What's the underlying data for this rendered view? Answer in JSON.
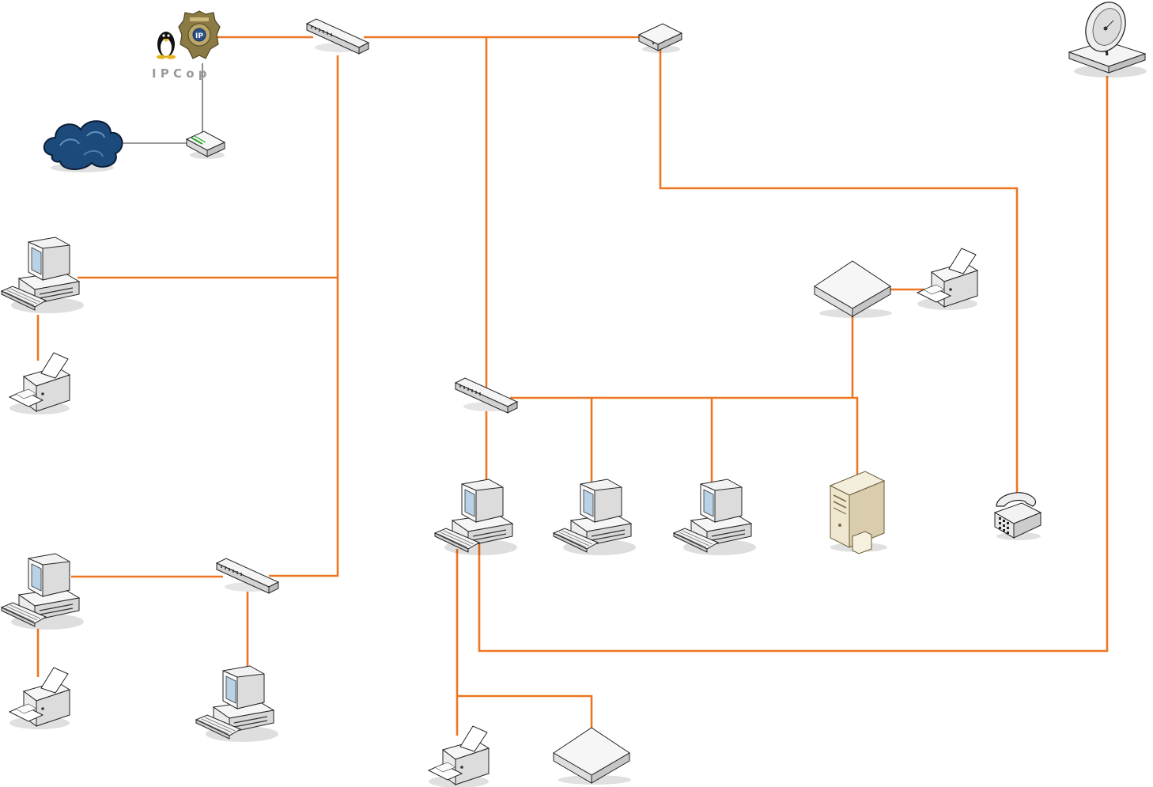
{
  "diagram": {
    "colors": {
      "link": "#ee7622",
      "uplink": "#333333",
      "device_face": "#f4f4f4",
      "device_side": "#cfcfcf",
      "screen": "#b9d2e6",
      "cloud": "#1c4a7a",
      "server": "#efe6cf",
      "badge": "#8c7a45"
    },
    "firewall_logo": {
      "text": "I P C o p",
      "icons": [
        "tux-penguin-icon",
        "police-badge-icon"
      ]
    },
    "devices": [
      {
        "id": "internet-cloud",
        "icon": "cloud-icon"
      },
      {
        "id": "modem",
        "icon": "modem-icon"
      },
      {
        "id": "ipcop-firewall",
        "icon": "firewall-logo-icon"
      },
      {
        "id": "switch-main",
        "icon": "switch-icon"
      },
      {
        "id": "router-top",
        "icon": "router-icon"
      },
      {
        "id": "satellite-dish",
        "icon": "satellite-dish-icon"
      },
      {
        "id": "pc-left-1",
        "icon": "workstation-icon"
      },
      {
        "id": "printer-left-1",
        "icon": "printer-icon"
      },
      {
        "id": "pc-left-2",
        "icon": "workstation-icon"
      },
      {
        "id": "printer-left-2",
        "icon": "printer-icon"
      },
      {
        "id": "switch-bottom-left",
        "icon": "switch-icon"
      },
      {
        "id": "pc-bottom-left",
        "icon": "workstation-icon"
      },
      {
        "id": "switch-center",
        "icon": "switch-icon"
      },
      {
        "id": "pc-center-1",
        "icon": "workstation-icon"
      },
      {
        "id": "pc-center-2",
        "icon": "workstation-icon"
      },
      {
        "id": "pc-center-3",
        "icon": "workstation-icon"
      },
      {
        "id": "server",
        "icon": "server-tower-icon"
      },
      {
        "id": "hub-right",
        "icon": "hub-box-icon"
      },
      {
        "id": "printer-right",
        "icon": "printer-icon"
      },
      {
        "id": "telephone",
        "icon": "telephone-icon"
      },
      {
        "id": "printer-bottom",
        "icon": "printer-icon"
      },
      {
        "id": "hub-bottom",
        "icon": "hub-box-icon"
      }
    ],
    "links": [
      [
        "internet-cloud",
        "modem"
      ],
      [
        "modem",
        "ipcop-firewall"
      ],
      [
        "ipcop-firewall",
        "switch-main"
      ],
      [
        "switch-main",
        "router-top"
      ],
      [
        "switch-main",
        "switch-center"
      ],
      [
        "switch-main",
        "pc-left-1"
      ],
      [
        "switch-main",
        "switch-bottom-left"
      ],
      [
        "pc-left-1",
        "printer-left-1"
      ],
      [
        "switch-bottom-left",
        "pc-left-2"
      ],
      [
        "switch-bottom-left",
        "pc-bottom-left"
      ],
      [
        "pc-left-2",
        "printer-left-2"
      ],
      [
        "router-top",
        "telephone"
      ],
      [
        "switch-center",
        "pc-center-1"
      ],
      [
        "switch-center",
        "pc-center-2"
      ],
      [
        "switch-center",
        "pc-center-3"
      ],
      [
        "switch-center",
        "server"
      ],
      [
        "switch-center",
        "hub-right"
      ],
      [
        "hub-right",
        "printer-right"
      ],
      [
        "pc-center-1",
        "satellite-dish"
      ],
      [
        "pc-center-1",
        "printer-bottom"
      ],
      [
        "pc-center-1",
        "hub-bottom"
      ]
    ]
  }
}
